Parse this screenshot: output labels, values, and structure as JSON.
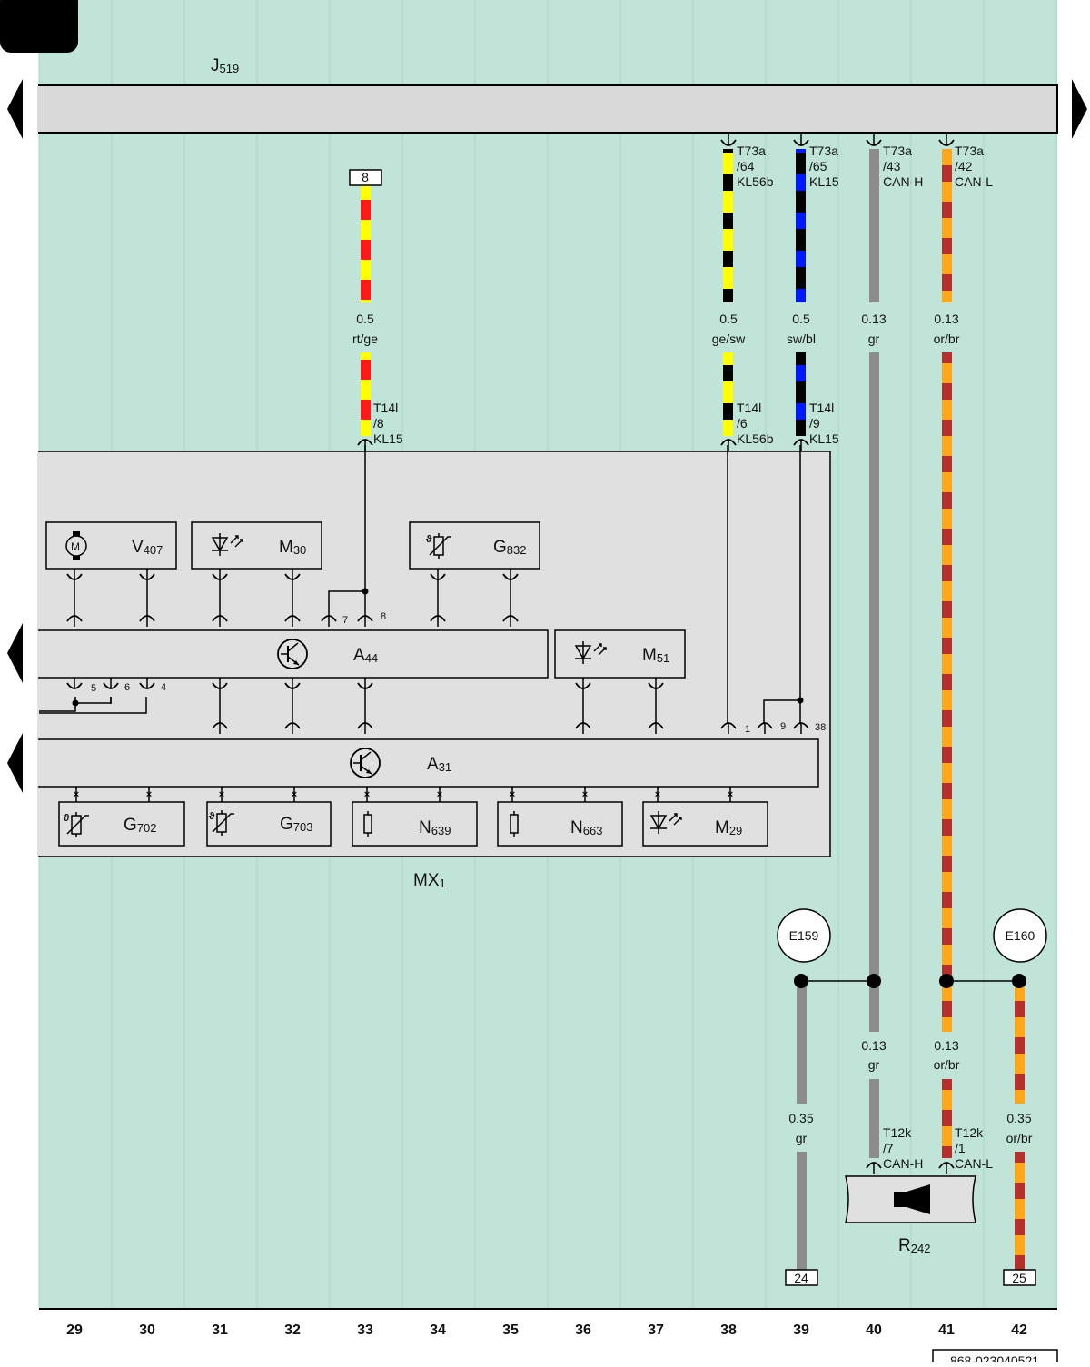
{
  "diagram": {
    "top_unit": {
      "name": "J",
      "sub": "519"
    },
    "module": {
      "name": "MX",
      "sub": "1"
    },
    "column_numbers": [
      "29",
      "30",
      "31",
      "32",
      "33",
      "34",
      "35",
      "36",
      "37",
      "38",
      "39",
      "40",
      "41",
      "42"
    ],
    "doc_code": "868-023040521",
    "wires": [
      {
        "id": "w33",
        "size": "0.5",
        "color_code": "rt/ge",
        "colors": [
          "#ff0000",
          "#ffff00"
        ],
        "top_terminal": "8",
        "conn_bottom": [
          "T14l",
          "/8",
          "KL15"
        ]
      },
      {
        "id": "w38",
        "size": "0.5",
        "color_code": "ge/sw",
        "colors": [
          "#ffff00",
          "#000000"
        ],
        "conn_top": [
          "T73a",
          "/64",
          "KL56b"
        ],
        "conn_bottom": [
          "T14l",
          "/6",
          "KL56b"
        ]
      },
      {
        "id": "w39",
        "size": "0.5",
        "color_code": "sw/bl",
        "colors": [
          "#000000",
          "#0000ff"
        ],
        "conn_top": [
          "T73a",
          "/65",
          "KL15"
        ],
        "conn_bottom": [
          "T14l",
          "/9",
          "KL15"
        ]
      },
      {
        "id": "w40",
        "size": "0.13",
        "color_code": "gr",
        "colors": [
          "#8c8c8c"
        ],
        "conn_top": [
          "T73a",
          "/43",
          "CAN-H"
        ]
      },
      {
        "id": "w41",
        "size": "0.13",
        "color_code": "or/br",
        "colors": [
          "#ffa500",
          "#a52a2a"
        ],
        "conn_top": [
          "T73a",
          "/42",
          "CAN-L"
        ]
      }
    ],
    "lower_wires": [
      {
        "id": "lw39",
        "size": "0.35",
        "color_code": "gr",
        "terminal": "24"
      },
      {
        "id": "lw40",
        "size": "0.13",
        "color_code": "gr",
        "conn": [
          "T12k",
          "/7",
          "CAN-H"
        ]
      },
      {
        "id": "lw41",
        "size": "0.13",
        "color_code": "or/br",
        "conn": [
          "T12k",
          "/1",
          "CAN-L"
        ]
      },
      {
        "id": "lw42",
        "size": "0.35",
        "color_code": "or/br",
        "terminal": "25"
      }
    ],
    "splices": [
      {
        "name": "E159"
      },
      {
        "name": "E160"
      }
    ],
    "speaker": {
      "name": "R",
      "sub": "242"
    },
    "boards": [
      {
        "name": "A",
        "sub": "44"
      },
      {
        "name": "A",
        "sub": "31"
      }
    ],
    "components_row1": [
      {
        "name": "V",
        "sub": "407",
        "icon": "motor-icon"
      },
      {
        "name": "M",
        "sub": "30",
        "icon": "led-icon"
      },
      {
        "name": "G",
        "sub": "832",
        "icon": "thermistor-icon"
      },
      {
        "name": "M",
        "sub": "51",
        "icon": "led-icon"
      }
    ],
    "components_row2": [
      {
        "name": "G",
        "sub": "702",
        "icon": "thermistor-icon"
      },
      {
        "name": "G",
        "sub": "703",
        "icon": "thermistor-icon"
      },
      {
        "name": "N",
        "sub": "639",
        "icon": "resistor-icon"
      },
      {
        "name": "N",
        "sub": "663",
        "icon": "resistor-icon"
      },
      {
        "name": "M",
        "sub": "29",
        "icon": "led-icon"
      }
    ],
    "pins": {
      "a44_left": [
        "5",
        "6",
        "4"
      ],
      "a44_top": [
        "7",
        "8"
      ],
      "a31_top": [
        "1",
        "9",
        "38"
      ]
    },
    "colors": {
      "background": "#c0e4d8",
      "module_fill": "#e0e0e0",
      "bar_fill": "#dadada",
      "corner_tab": "#000000"
    }
  }
}
